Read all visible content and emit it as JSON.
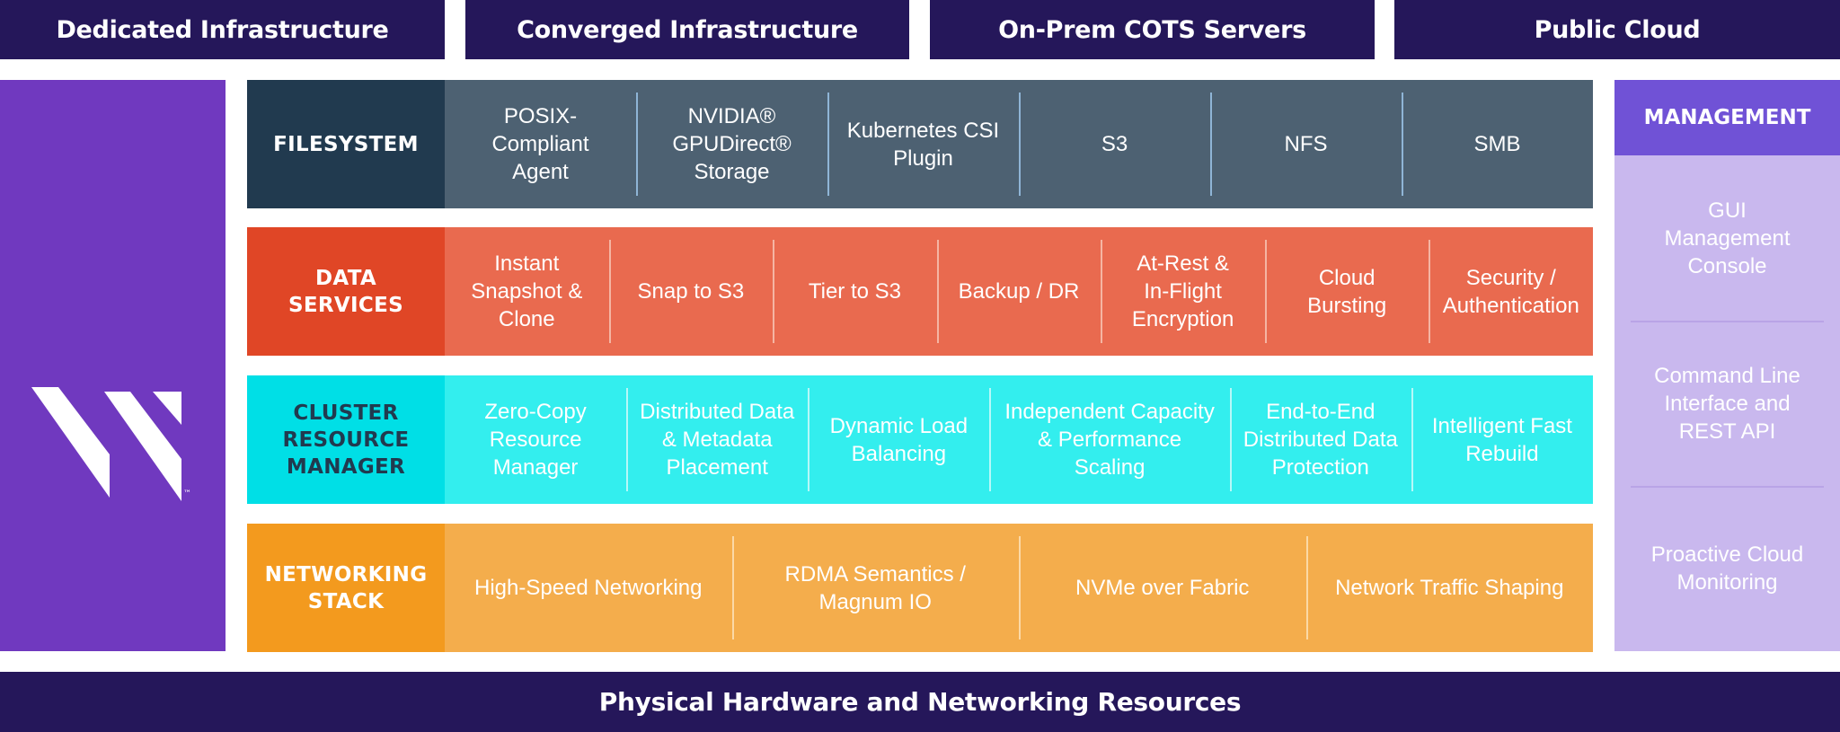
{
  "top_headers": [
    "Dedicated Infrastructure",
    "Converged Infrastructure",
    "On-Prem COTS Servers",
    "Public Cloud"
  ],
  "logo": {
    "trademark": "™"
  },
  "rows": [
    {
      "id": "filesystem",
      "label": "FILESYSTEM",
      "items": [
        "POSIX-\nCompliant\nAgent",
        "NVIDIA®\nGPUDirect®\nStorage",
        "Kubernetes CSI\nPlugin",
        "S3",
        "NFS",
        "SMB"
      ]
    },
    {
      "id": "data-services",
      "label": "DATA\nSERVICES",
      "items": [
        "Instant\nSnapshot &\nClone",
        "Snap to S3",
        "Tier to S3",
        "Backup / DR",
        "At-Rest &\nIn-Flight\nEncryption",
        "Cloud\nBursting",
        "Security /\nAuthentication"
      ]
    },
    {
      "id": "cluster-resource-manager",
      "label": "CLUSTER\nRESOURCE\nMANAGER",
      "items": [
        "Zero-Copy\nResource\nManager",
        "Distributed Data\n& Metadata\nPlacement",
        "Dynamic Load\nBalancing",
        "Independent Capacity\n& Performance\nScaling",
        "End-to-End\nDistributed Data\nProtection",
        "Intelligent Fast\nRebuild"
      ]
    },
    {
      "id": "networking-stack",
      "label": "NETWORKING\nSTACK",
      "items": [
        "High-Speed Networking",
        "RDMA Semantics /\nMagnum IO",
        "NVMe over Fabric",
        "Network Traffic Shaping"
      ]
    }
  ],
  "management": {
    "title": "MANAGEMENT",
    "items": [
      "GUI\nManagement\nConsole",
      "Command Line\nInterface and\nREST API",
      "Proactive Cloud\nMonitoring"
    ]
  },
  "bottom_bar": "Physical Hardware and Networking Resources",
  "colors": {
    "navy": "#25175a",
    "purple": "#7039bf",
    "filesystem": "#4d6172",
    "data_services": "#e96a4f",
    "cluster": "#33eeee",
    "networking": "#f4ad4c",
    "management": "#c9b8ee"
  }
}
